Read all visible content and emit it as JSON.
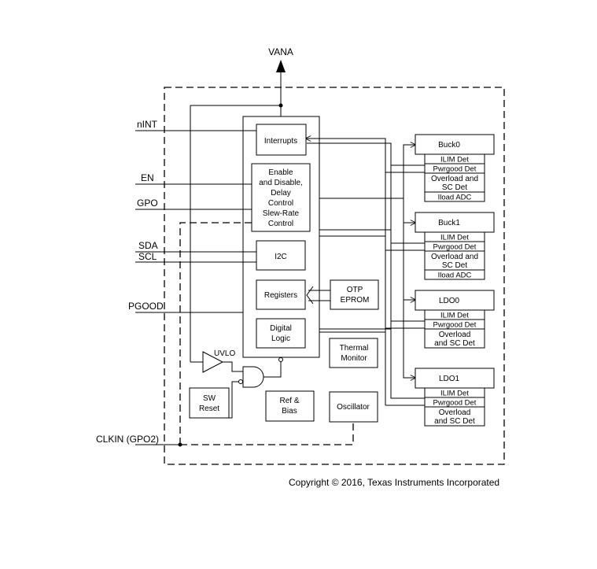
{
  "supply": {
    "vana": "VANA"
  },
  "pins": {
    "nint": "nINT",
    "en": "EN",
    "gpo": "GPO",
    "sda": "SDA",
    "scl": "SCL",
    "pgood": "PGOOD",
    "clkin": "CLKIN (GPO2)"
  },
  "blocks": {
    "interrupts": "Interrupts",
    "enable": [
      "Enable",
      "and Disable,",
      "Delay",
      "Control",
      "Slew-Rate",
      "Control"
    ],
    "i2c": "I2C",
    "registers": "Registers",
    "otp": [
      "OTP",
      "EPROM"
    ],
    "digital": [
      "Digital",
      "Logic"
    ],
    "thermal": [
      "Thermal",
      "Monitor"
    ],
    "uvlo": "UVLO",
    "sw_reset": [
      "SW",
      "Reset"
    ],
    "ref_bias": [
      "Ref &",
      "Bias"
    ],
    "oscillator": "Oscillator"
  },
  "regulators": [
    {
      "name": "Buck0",
      "rows": [
        "ILIM Det",
        "Pwrgood Det",
        "Overload and",
        "SC Det",
        "Iload ADC"
      ]
    },
    {
      "name": "Buck1",
      "rows": [
        "ILIM Det",
        "Pwrgood Det",
        "Overload and",
        "SC Det",
        "Iload ADC"
      ]
    },
    {
      "name": "LDO0",
      "rows": [
        "ILIM Det",
        "Pwrgood Det",
        "Overload",
        "and SC Det"
      ]
    },
    {
      "name": "LDO1",
      "rows": [
        "ILIM Det",
        "Pwrgood Det",
        "Overload",
        "and SC Det"
      ]
    }
  ],
  "copyright": "Copyright © 2016, Texas Instruments Incorporated"
}
